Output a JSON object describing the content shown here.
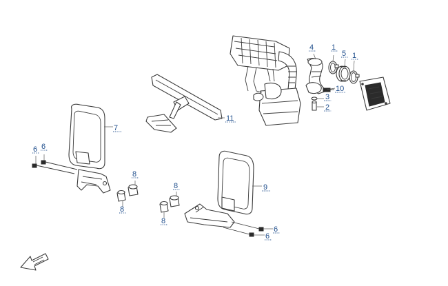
{
  "diagram": {
    "callouts": [
      {
        "id": "c1a",
        "label": "1"
      },
      {
        "id": "c1b",
        "label": "1"
      },
      {
        "id": "c2",
        "label": "2"
      },
      {
        "id": "c3",
        "label": "3"
      },
      {
        "id": "c4",
        "label": "4"
      },
      {
        "id": "c5",
        "label": "5"
      },
      {
        "id": "c6a",
        "label": "6"
      },
      {
        "id": "c6b",
        "label": "6"
      },
      {
        "id": "c6c",
        "label": "6"
      },
      {
        "id": "c6d",
        "label": "6"
      },
      {
        "id": "c7",
        "label": "7"
      },
      {
        "id": "c8a",
        "label": "8"
      },
      {
        "id": "c8b",
        "label": "8"
      },
      {
        "id": "c8c",
        "label": "8"
      },
      {
        "id": "c8d",
        "label": "8"
      },
      {
        "id": "c9",
        "label": "9"
      },
      {
        "id": "c10",
        "label": "10"
      },
      {
        "id": "c11",
        "label": "11"
      }
    ],
    "colors": {
      "callout": "#1f4e8c",
      "line": "#3a3a3a"
    },
    "icons": [
      "front-direction-arrow-icon"
    ]
  }
}
